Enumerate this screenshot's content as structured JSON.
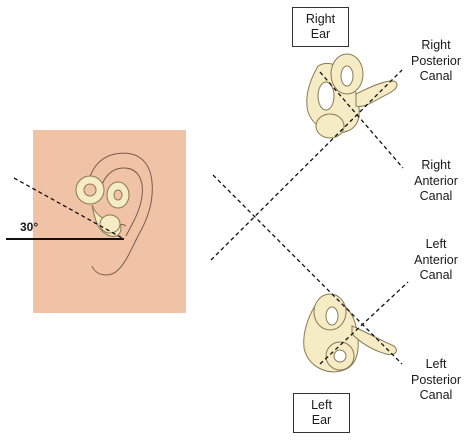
{
  "labels": {
    "right_ear": "Right\nEar",
    "left_ear": "Left\nEar",
    "right_posterior_canal": "Right\nPosterior\nCanal",
    "right_anterior_canal": "Right\nAnterior\nCanal",
    "left_anterior_canal": "Left\nAnterior\nCanal",
    "left_posterior_canal": "Left\nPosterior\nCanal",
    "angle": "30°"
  },
  "colors": {
    "skin": "#f0c3a6",
    "bone": "#f5ebc4",
    "bone_stroke": "#8a7a52",
    "line": "#111111"
  }
}
